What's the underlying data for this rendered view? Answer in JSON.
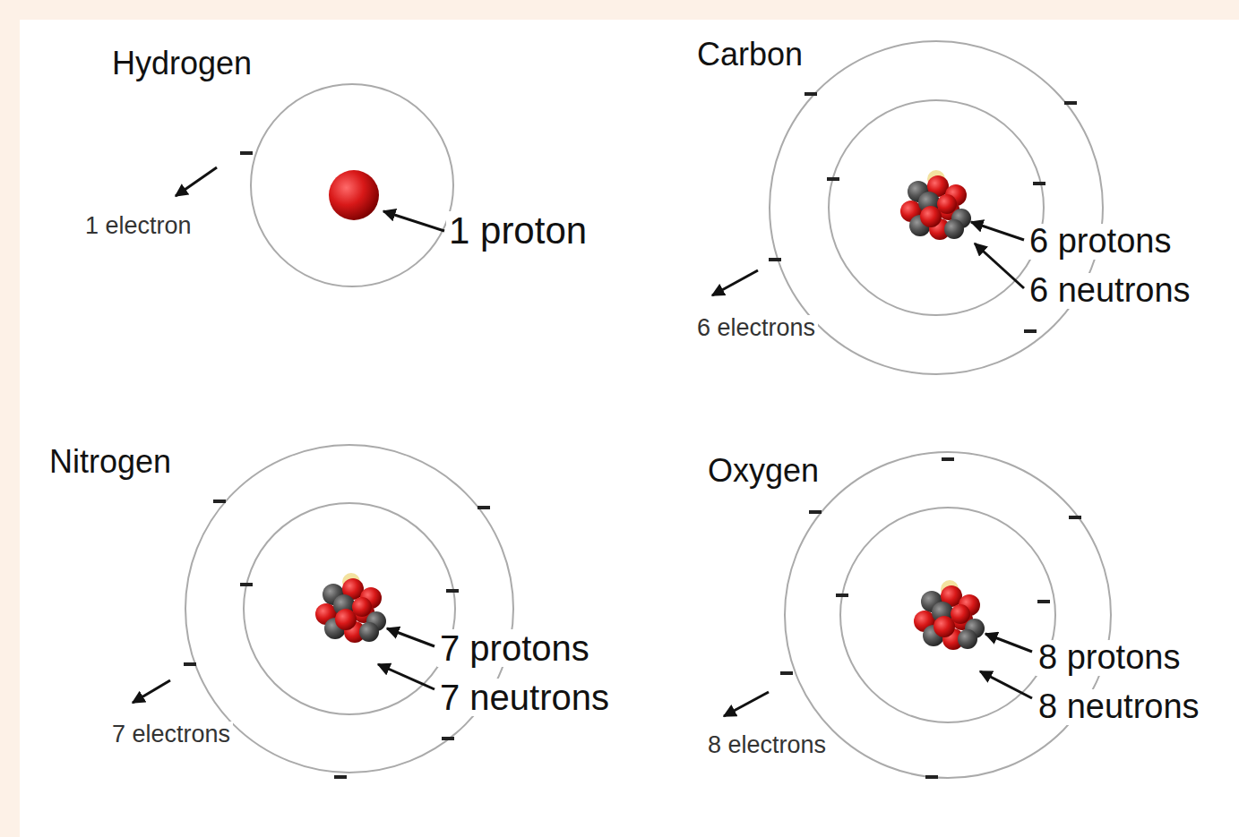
{
  "diagram": {
    "labels": [
      "Hydrogen",
      "1 electron",
      "1 proton",
      "Carbon",
      "6 protons",
      "6 neutrons",
      "6 electrons",
      "Nitrogen",
      "7 protons",
      "7 neutrons",
      "7 electrons",
      "Oxygen",
      "8 protons",
      "8 neutrons",
      "8 electrons"
    ]
  }
}
